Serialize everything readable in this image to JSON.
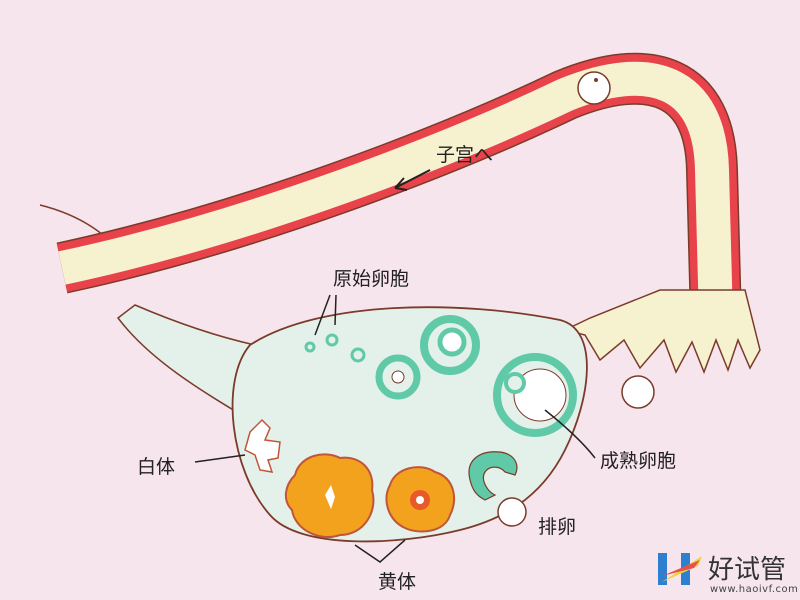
{
  "labels": {
    "to_uterus": "子宫へ",
    "primordial_follicle": "原始卵胞",
    "mature_follicle": "成熟卵胞",
    "corpus_albicans": "白体",
    "ovulation": "排卵",
    "corpus_luteum": "黄体"
  },
  "watermark": {
    "name": "好试管",
    "url": "www.haoivf.com"
  },
  "colors": {
    "background": "#f6e5ec",
    "tube_wall": "#e8424a",
    "tube_lumen": "#f6f2cf",
    "ovary": "#e4f1ea",
    "follicle": "#5fc9a8",
    "corpus_luteum": "#f3a21e"
  }
}
